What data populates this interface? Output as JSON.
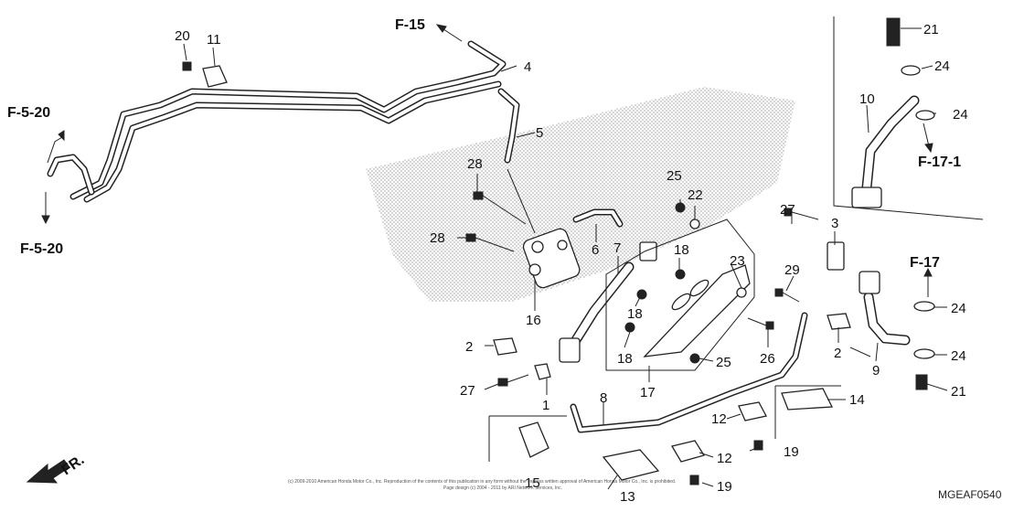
{
  "callouts": [
    {
      "id": "c20",
      "text": "20"
    },
    {
      "id": "c11",
      "text": "11"
    },
    {
      "id": "c4",
      "text": "4"
    },
    {
      "id": "c5",
      "text": "5"
    },
    {
      "id": "c28a",
      "text": "28"
    },
    {
      "id": "c28b",
      "text": "28"
    },
    {
      "id": "c6",
      "text": "6"
    },
    {
      "id": "c7",
      "text": "7"
    },
    {
      "id": "c16",
      "text": "16"
    },
    {
      "id": "c25a",
      "text": "25"
    },
    {
      "id": "c22",
      "text": "22"
    },
    {
      "id": "c18a",
      "text": "18"
    },
    {
      "id": "c18b",
      "text": "18"
    },
    {
      "id": "c18c",
      "text": "18"
    },
    {
      "id": "c23",
      "text": "23"
    },
    {
      "id": "c25b",
      "text": "25"
    },
    {
      "id": "c17",
      "text": "17"
    },
    {
      "id": "c26",
      "text": "26"
    },
    {
      "id": "c27a",
      "text": "27"
    },
    {
      "id": "c3",
      "text": "3"
    },
    {
      "id": "c29",
      "text": "29"
    },
    {
      "id": "c2a",
      "text": "2"
    },
    {
      "id": "c2b",
      "text": "2"
    },
    {
      "id": "c27b",
      "text": "27"
    },
    {
      "id": "c1",
      "text": "1"
    },
    {
      "id": "c8",
      "text": "8"
    },
    {
      "id": "c9",
      "text": "9"
    },
    {
      "id": "c14",
      "text": "14"
    },
    {
      "id": "c12a",
      "text": "12"
    },
    {
      "id": "c12b",
      "text": "12"
    },
    {
      "id": "c19a",
      "text": "19"
    },
    {
      "id": "c19b",
      "text": "19"
    },
    {
      "id": "c15",
      "text": "15"
    },
    {
      "id": "c13",
      "text": "13"
    },
    {
      "id": "c21a",
      "text": "21"
    },
    {
      "id": "c24a",
      "text": "24"
    },
    {
      "id": "c10",
      "text": "10"
    },
    {
      "id": "c24b",
      "text": "24"
    },
    {
      "id": "c24c",
      "text": "24"
    },
    {
      "id": "c24d",
      "text": "24"
    },
    {
      "id": "c21b",
      "text": "21"
    }
  ],
  "references": {
    "f15": "F-15",
    "f520a": "F-5-20",
    "f520b": "F-5-20",
    "f171": "F-17-1",
    "f17": "F-17"
  },
  "front_label": "FR.",
  "diagram_code": "MGEAF0540",
  "copyright_line1": "(c) 2009-2010 American Honda Motor Co., Inc. Reproduction of the contents of this publication in any form without the express written approval of American Honda Motor Co., Inc. is prohibited.",
  "copyright_line2": "Page design (c) 2004 - 2011 by ARI Network Services, Inc."
}
